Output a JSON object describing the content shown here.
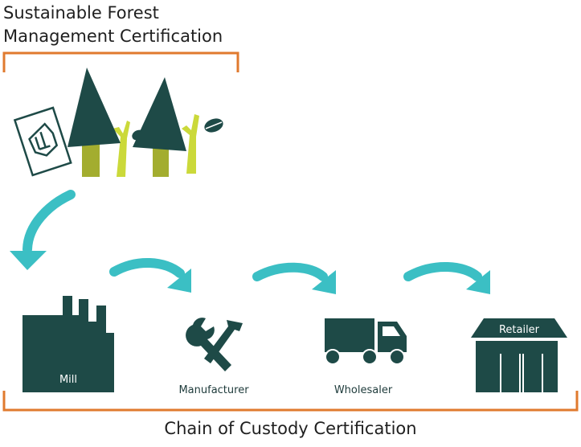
{
  "title_top_line1": "Sustainable Forest",
  "title_top_line2": "Management Certification",
  "title_bottom": "Chain of Custody Certification",
  "stages": [
    {
      "label": "Mill",
      "icon": "factory-icon"
    },
    {
      "label": "Manufacturer",
      "icon": "tools-icon"
    },
    {
      "label": "Wholesaler",
      "icon": "truck-icon"
    },
    {
      "label": "Retailer",
      "icon": "store-icon"
    }
  ],
  "colors": {
    "dark_green": "#1e4a47",
    "olive": "#a3ad2f",
    "lime": "#cbd93a",
    "arrow": "#3bbfc4",
    "bracket": "#e07a2e",
    "text": "#1f1f1f"
  }
}
